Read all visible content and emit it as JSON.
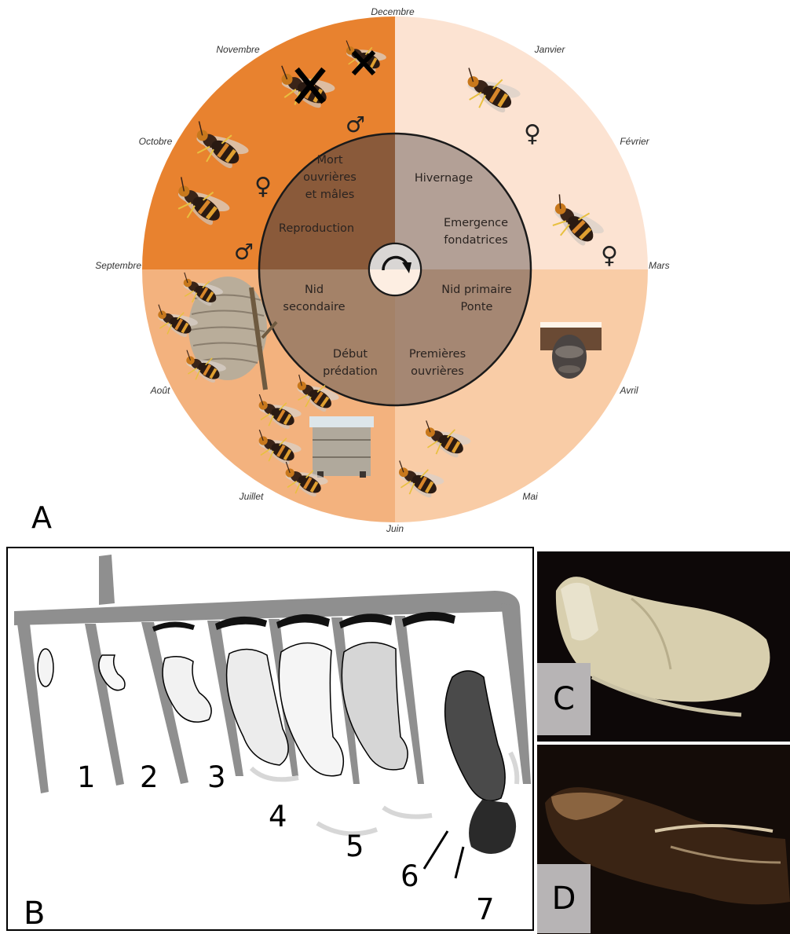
{
  "panel_a": {
    "letter": "A",
    "months": {
      "decembre": "Decembre",
      "janvier": "Janvier",
      "fevrier": "Février",
      "mars": "Mars",
      "avril": "Avril",
      "mai": "Mai",
      "juin": "Juin",
      "juillet": "Juillet",
      "aout": "Août",
      "septembre": "Septembre",
      "octobre": "Octobre",
      "novembre": "Novembre"
    },
    "phases": {
      "mort_l1": "Mort",
      "mort_l2": "ouvrières",
      "mort_l3": "et mâles",
      "reproduction": "Reproduction",
      "hivernage": "Hivernage",
      "emergence_l1": "Emergence",
      "emergence_l2": "fondatrices",
      "nid_sec_l1": "Nid",
      "nid_sec_l2": "secondaire",
      "debut_l1": "Début",
      "debut_l2": "prédation",
      "nid_prim_l1": "Nid primaire",
      "nid_prim_l2": "Ponte",
      "premieres_l1": "Premières",
      "premieres_l2": "ouvrières"
    },
    "symbols": {
      "female": "♀",
      "male": "♂"
    },
    "colors": {
      "autumn": "#e8822f",
      "winter": "#fce3d2",
      "spring": "#f9cca6",
      "summer": "#f3b27e",
      "inner_dark": "#8a5a3a",
      "inner_grey": "#b3a096",
      "inner_brown": "#a58773"
    }
  },
  "panel_b": {
    "letter": "B",
    "stages": [
      "1",
      "2",
      "3",
      "4",
      "5",
      "6",
      "7"
    ]
  },
  "panel_c": {
    "letter": "C"
  },
  "panel_d": {
    "letter": "D"
  }
}
